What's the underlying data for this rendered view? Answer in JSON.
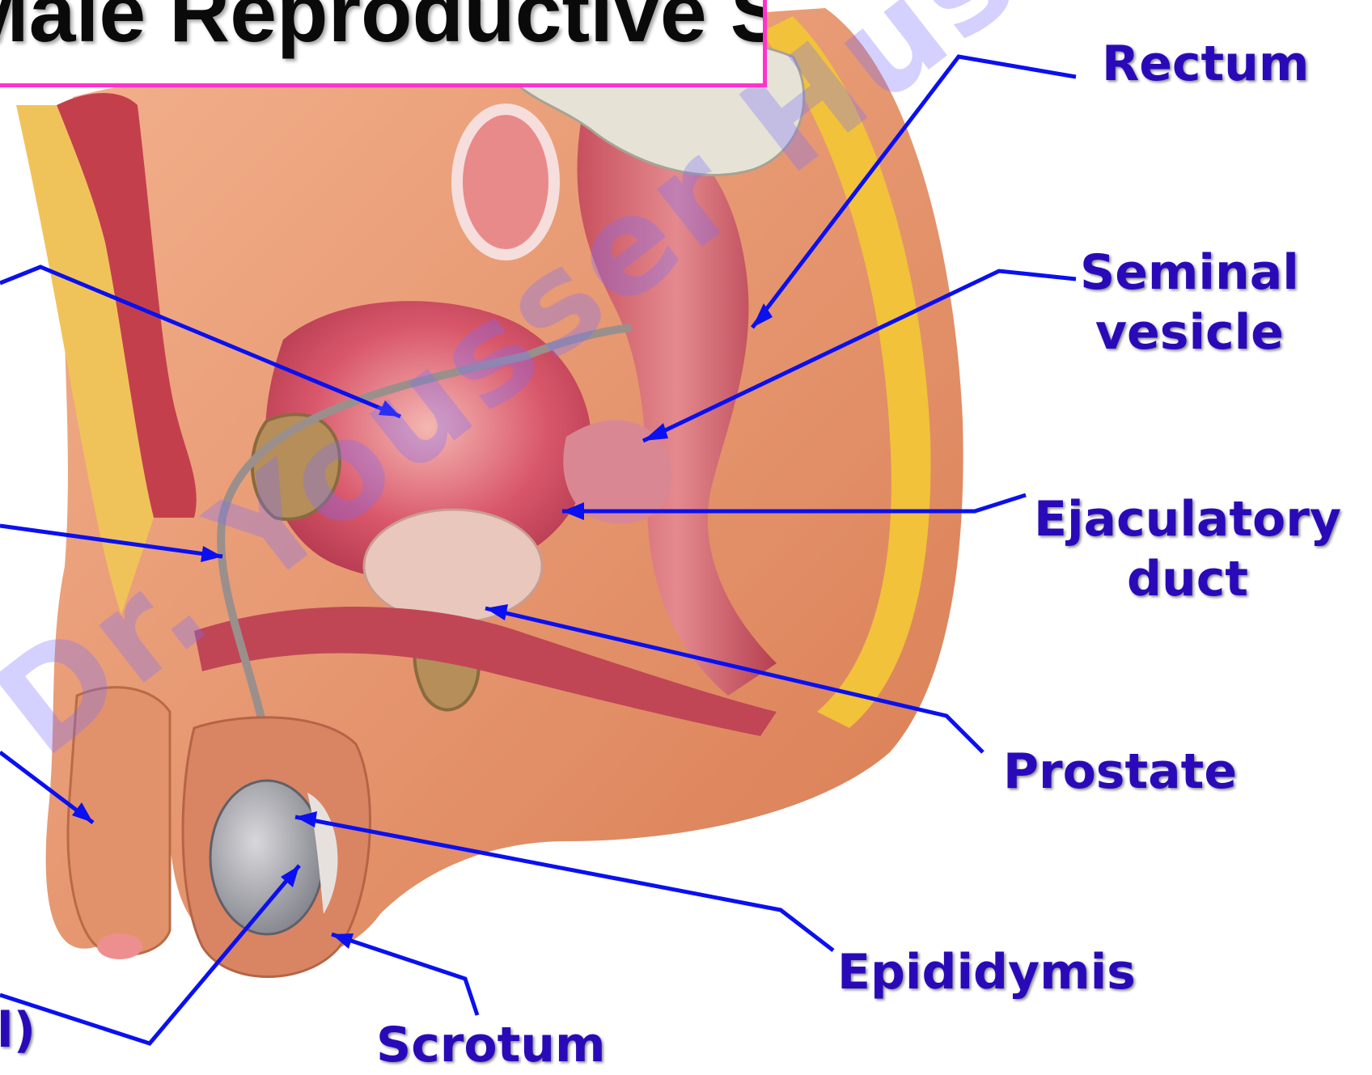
{
  "title": "Male Reproductive System",
  "watermark": "Dr. Yousser Hussein",
  "labels": {
    "rectum": "Rectum",
    "seminal_vesicle_1": "Seminal",
    "seminal_vesicle_2": "vesicle",
    "ejaculatory_duct_1": "Ejaculatory",
    "ejaculatory_duct_2": "duct",
    "prostate": "Prostate",
    "epididymis": "Epididymis",
    "scrotum": "Scrotum",
    "testis_partial": "l)"
  },
  "colors": {
    "label_text": "#2a0ab8",
    "pointer_line": "#0a10f0",
    "title_border": "#ff33cc",
    "watermark": "#7a6eff"
  }
}
